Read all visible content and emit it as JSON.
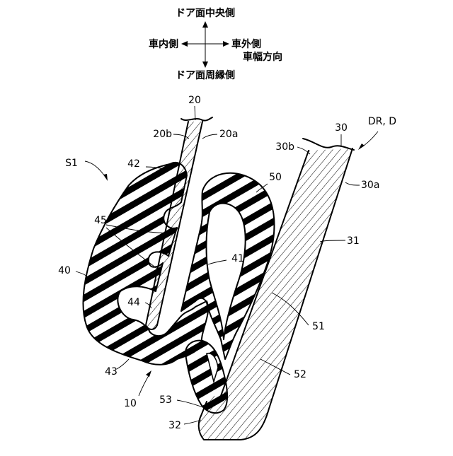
{
  "directions": {
    "up": "ドア面中央側",
    "down": "ドア面周縁側",
    "left": "車内側",
    "right": "車外側",
    "right_sub": "車幅方向"
  },
  "labels": {
    "l20": "20",
    "l20a": "20a",
    "l20b": "20b",
    "l30": "30",
    "l30a": "30a",
    "l30b": "30b",
    "l31": "31",
    "l32": "32",
    "ldr": "DR, D",
    "ls1": "S1",
    "l10": "10",
    "l40": "40",
    "l41": "41",
    "l42": "42",
    "l43": "43",
    "l44": "44",
    "l45": "45",
    "l50": "50",
    "l51": "51",
    "l52": "52",
    "l53": "53"
  }
}
